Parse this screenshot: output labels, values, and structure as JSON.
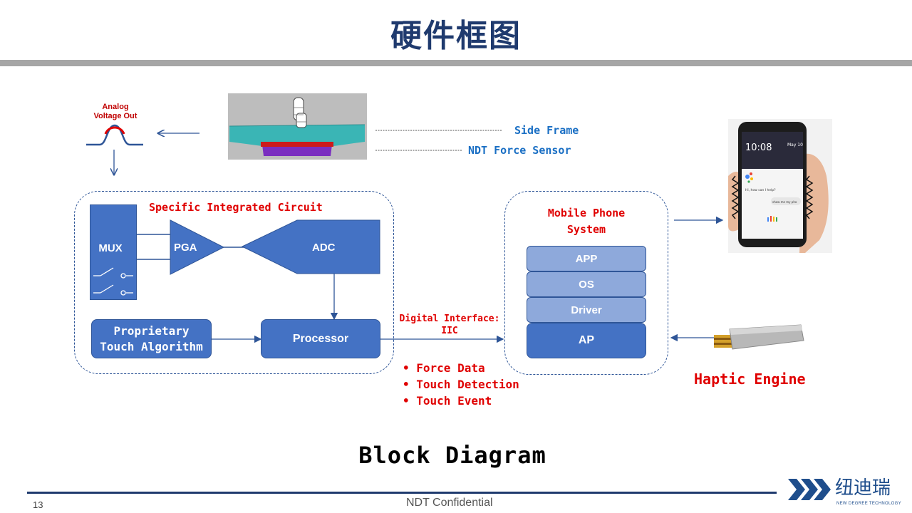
{
  "title": "硬件框图",
  "analog": {
    "line1": "Analog",
    "line2": "Voltage Out"
  },
  "labels": {
    "side_frame": "Side Frame",
    "ndt_sensor": "NDT Force Sensor"
  },
  "sic": {
    "title": "Specific Integrated Circuit",
    "mux": "MUX",
    "pga": "PGA",
    "adc": "ADC",
    "algorithm_line1": "Proprietary",
    "algorithm_line2": "Touch Algorithm",
    "processor": "Processor"
  },
  "interface": {
    "line1": "Digital Interface:",
    "line2": "IIC"
  },
  "bullets": [
    "Force Data",
    "Touch Detection",
    "Touch Event"
  ],
  "mobile": {
    "title_line1": "Mobile Phone",
    "title_line2": "System",
    "stack": [
      "APP",
      "OS",
      "Driver",
      "AP"
    ]
  },
  "haptic": "Haptic Engine",
  "phone_screen": {
    "time": "10:08",
    "date": "May 10",
    "greeting": "Hi, how can I help?",
    "reply": "show me my pho"
  },
  "caption": "Block Diagram",
  "footer": {
    "page": "13",
    "confidential": "NDT Confidential"
  },
  "logo": {
    "cn": "纽迪瑞",
    "en": "NEW DEGREE TECHNOLOGY"
  },
  "colors": {
    "title": "#1f3a6e",
    "block": "#4472c4",
    "block_light": "#8ea9db",
    "red": "#e00000",
    "blue_text": "#1a6fc4"
  }
}
